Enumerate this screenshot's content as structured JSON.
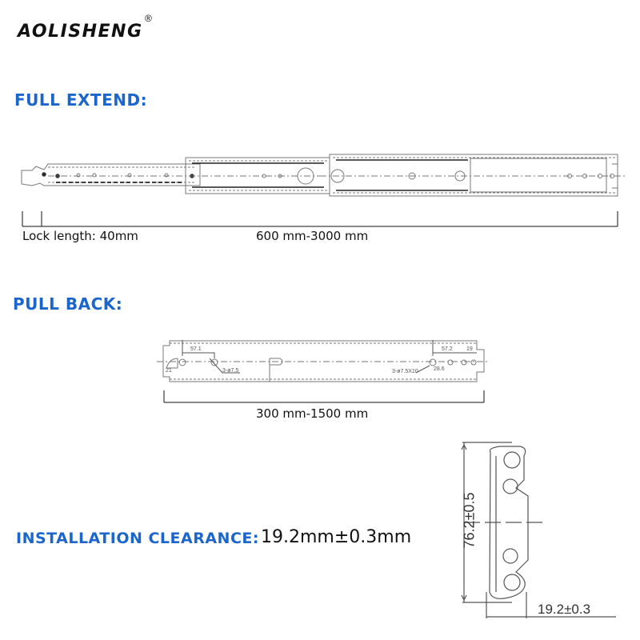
{
  "brand": {
    "name": "AOLISHENG",
    "registered_mark": "®"
  },
  "sections": {
    "full_extend": {
      "title": "FULL EXTEND:",
      "lock_label": "Lock length: 40mm",
      "length_label": "600 mm-3000 mm"
    },
    "pull_back": {
      "title": "PULL BACK:",
      "length_label": "300 mm-1500 mm",
      "dimensions": {
        "d1": "57.1",
        "d2": "21",
        "d3": "3-ø7.5",
        "d4": "57.2",
        "d5": "19",
        "d6": "28.6",
        "d7": "3-ø7.5X10"
      }
    },
    "installation": {
      "title": "INSTALLATION CLEARANCE:",
      "value": "19.2mm±0.3mm",
      "profile_height": "76.2±0.5",
      "profile_width": "19.2±0.3"
    }
  },
  "colors": {
    "heading": "#1a66cc",
    "text": "#111111",
    "line": "#555555"
  }
}
